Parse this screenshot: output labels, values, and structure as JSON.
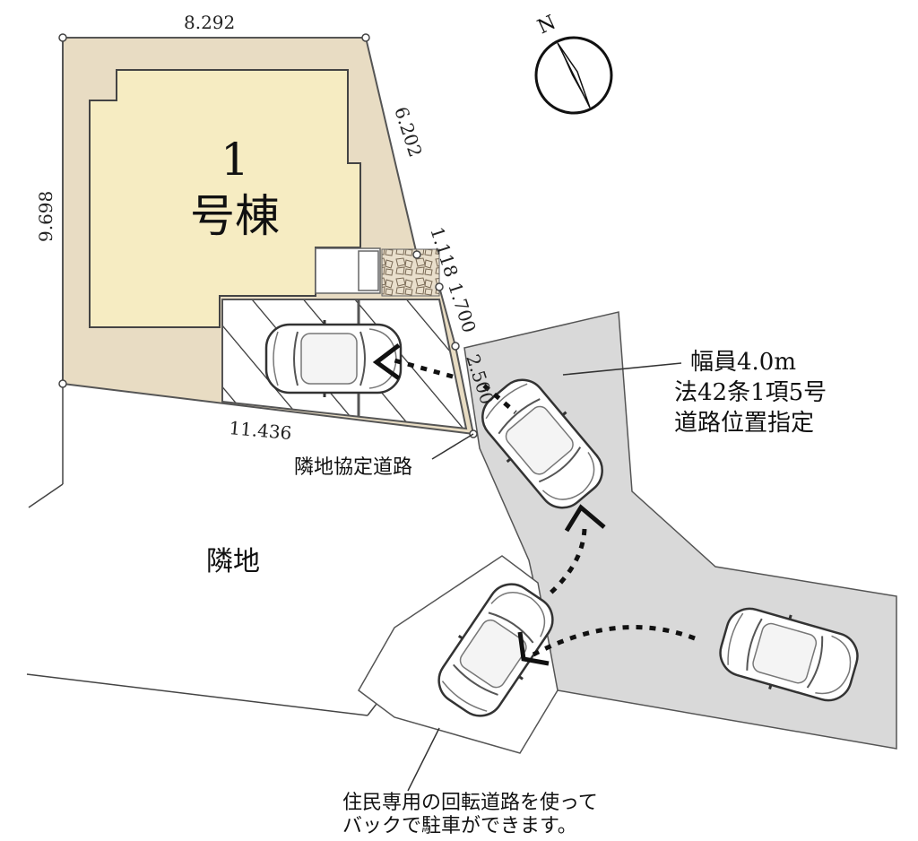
{
  "building": {
    "number": "1",
    "name": "号棟"
  },
  "dimensions": {
    "top": "8.292",
    "left": "9.698",
    "upper_right": "6.202",
    "small_right": "1.118",
    "right_mid": "1.700",
    "right_lower": "2.500",
    "bottom": "11.436"
  },
  "labels": {
    "road_line1": "幅員4.0m",
    "road_line2": "法42条1項5号",
    "road_line3": "道路位置指定",
    "agreement_road": "隣地協定道路",
    "neighbor": "隣地",
    "note_line1": "住民専用の回転道路を使って",
    "note_line2": "バックで駐車ができます。"
  },
  "compass": {
    "north": "N"
  },
  "colors": {
    "lot_fill": "#e8dcc3",
    "building_fill": "#f6ecc2",
    "road_fill": "#d9d9d9",
    "line": "#444444"
  }
}
